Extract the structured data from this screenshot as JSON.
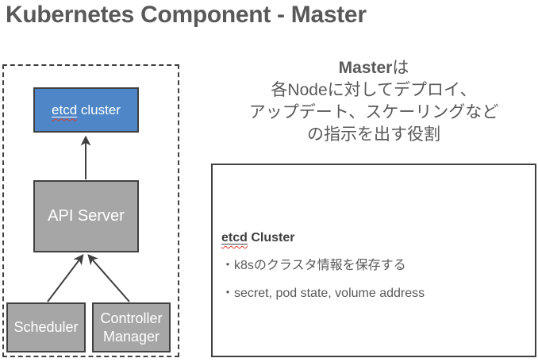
{
  "page": {
    "title": "Kubernetes Component - Master"
  },
  "colors": {
    "accent_blue": "#4E86C8",
    "node_gray": "#A6A6A6",
    "border_dark": "#404040",
    "text_gray": "#595959",
    "heading_dark": "#3F3F3F",
    "squiggle_red": "#E03E2D"
  },
  "diagram": {
    "nodes": {
      "etcd": {
        "label_underlined": "etcd",
        "label_rest": " cluster"
      },
      "api_server": {
        "label": "API Server"
      },
      "scheduler": {
        "label": "Scheduler"
      },
      "controller_manager": {
        "label_line1": "Controller",
        "label_line2": "Manager"
      }
    },
    "arrows": [
      {
        "from": "api_server",
        "to": "etcd"
      },
      {
        "from": "scheduler",
        "to": "api_server"
      },
      {
        "from": "controller_manager",
        "to": "api_server"
      }
    ]
  },
  "description": {
    "heading_bold": "Master",
    "heading_rest": "は",
    "lines": [
      "各Nodeに対してデプロイ、",
      "アップデート、スケーリングなど",
      "の指示を出す役割"
    ]
  },
  "info_box": {
    "heading_underlined": "etcd",
    "heading_rest": " Cluster",
    "bullets": [
      "・k8sのクラスタ情報を保存する",
      "・secret, pod state, volume address"
    ]
  }
}
